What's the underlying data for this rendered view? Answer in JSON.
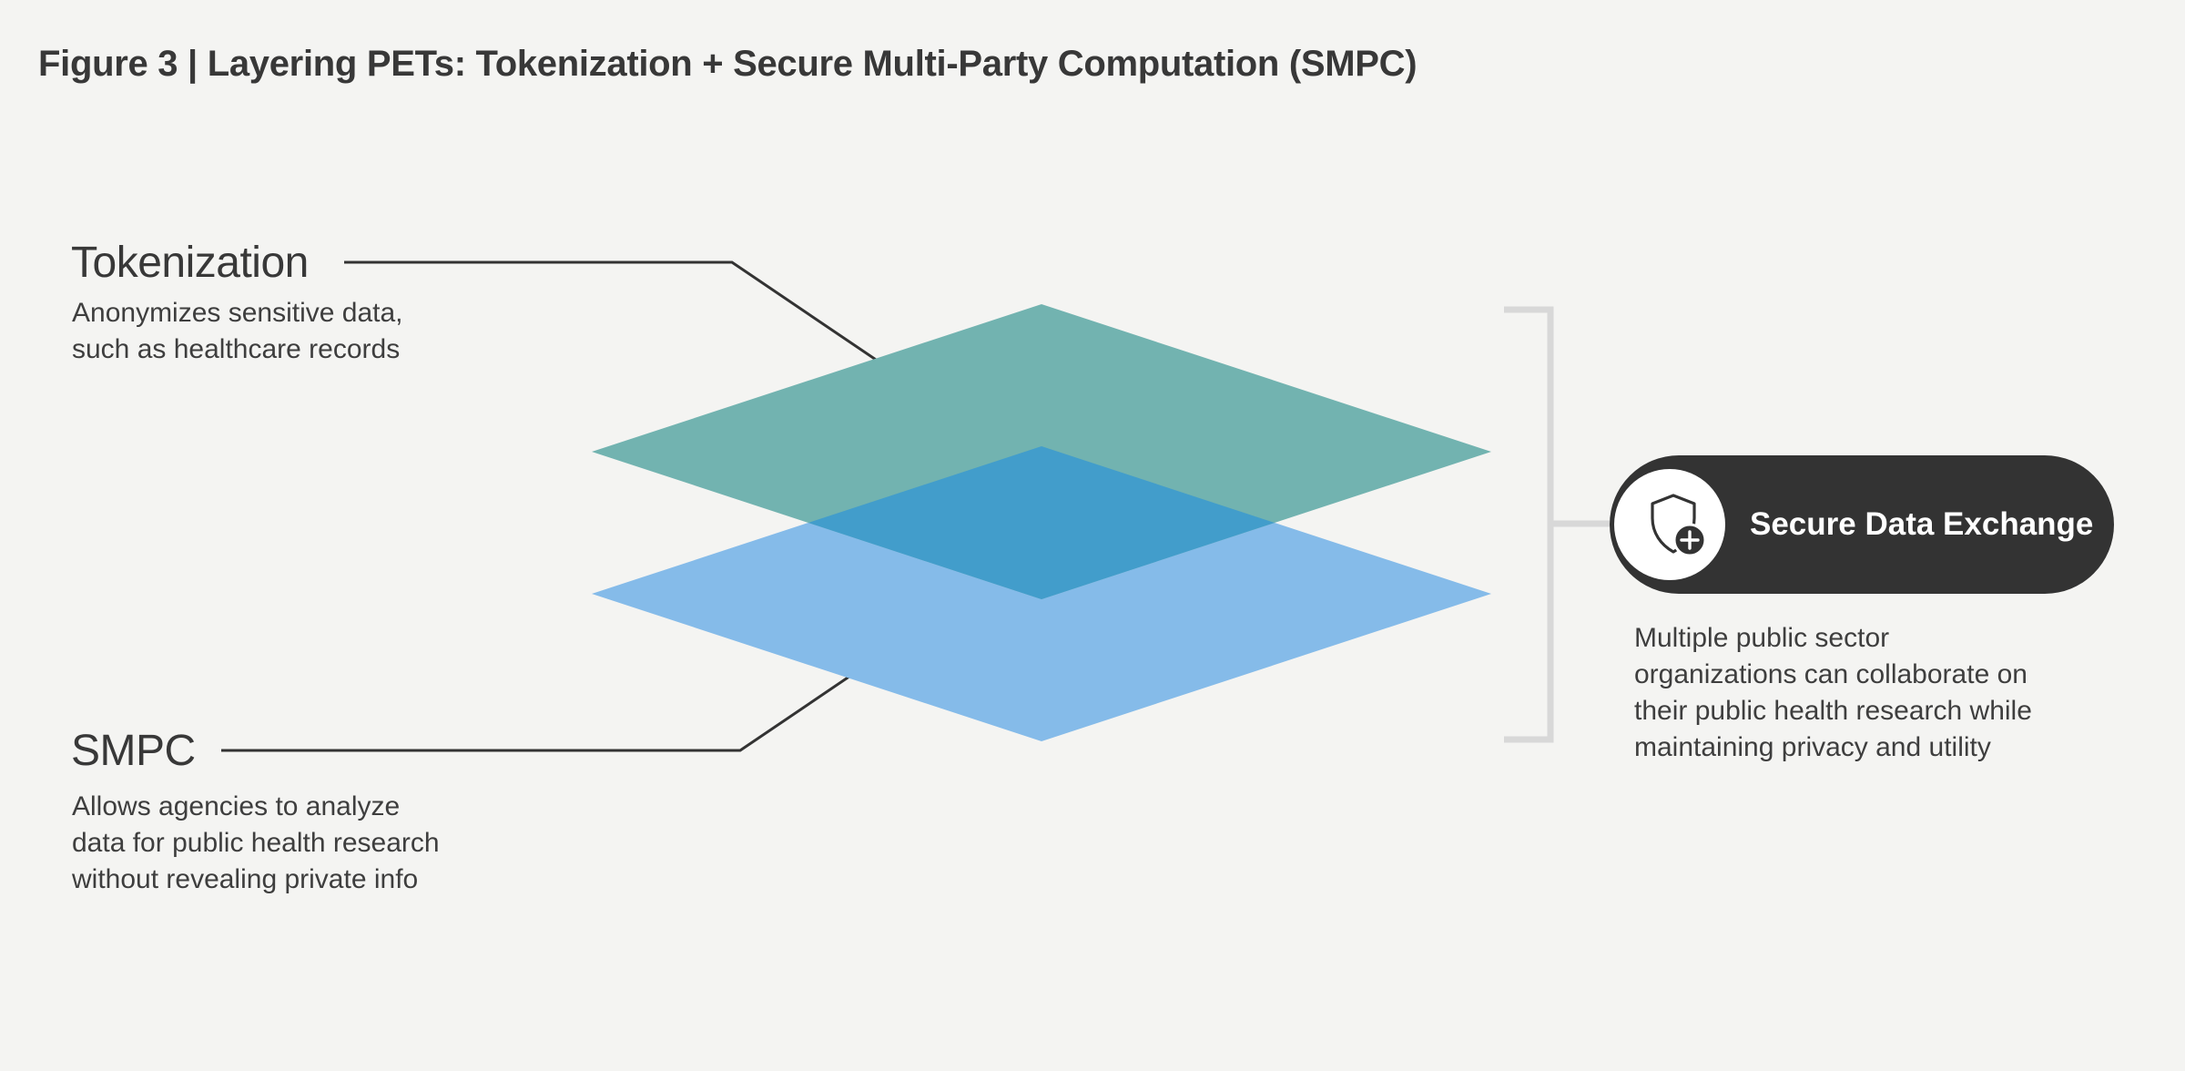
{
  "header": {
    "title": "Figure 3 | Layering PETs: Tokenization + Secure Multi-Party Computation (SMPC)"
  },
  "tokenization": {
    "label": "Tokenization",
    "description": "Anonymizes sensitive data,\nsuch as healthcare records"
  },
  "smpc": {
    "label": "SMPC",
    "description": "Allows agencies to analyze\ndata for public health research\nwithout revealing private info"
  },
  "exchange": {
    "badge_label": "Secure Data Exchange",
    "icon": "shield-plus",
    "description": "Multiple public sector\norganizations can collaborate on\ntheir public health research while\nmaintaining privacy and utility"
  },
  "colors": {
    "background": "#f4f4f2",
    "tokenization_layer": "#72b3b0",
    "smpc_layer": "#85bbe9",
    "overlap_region": "#429dcb",
    "badge_background": "#333333",
    "badge_text": "#ffffff",
    "icon_circle": "#ffffff",
    "bracket": "#d8d8d8",
    "leader_line": "#333333",
    "text": "#383838"
  }
}
